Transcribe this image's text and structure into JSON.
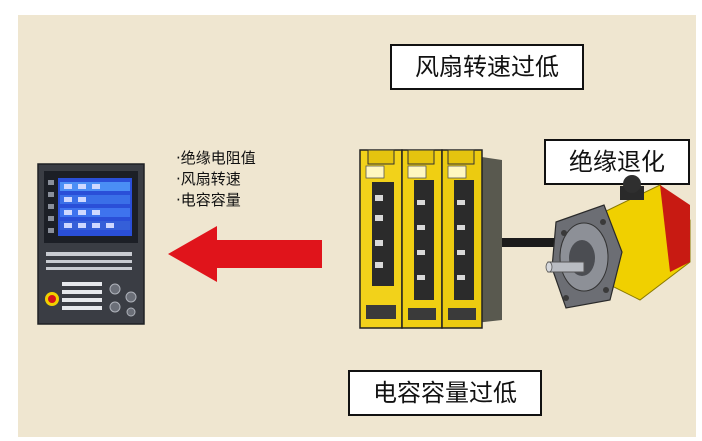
{
  "labels": {
    "fan_low": "风扇转速过低",
    "insulation": "绝缘退化",
    "capacitor_low": "电容容量过低"
  },
  "info_list": [
    "·绝缘电阻值",
    "·风扇转速",
    "·电容容量"
  ],
  "colors": {
    "background": "#efe6d0",
    "arrow": "#e0141b",
    "amplifier": "#f2d21a",
    "motor": "#f0d000",
    "cnc_body": "#3a3d44",
    "cnc_screen": "#2a4fd8"
  },
  "icons": [
    "cnc-controller-icon",
    "servo-amplifier-icon",
    "servo-motor-icon",
    "arrow-left-icon"
  ]
}
